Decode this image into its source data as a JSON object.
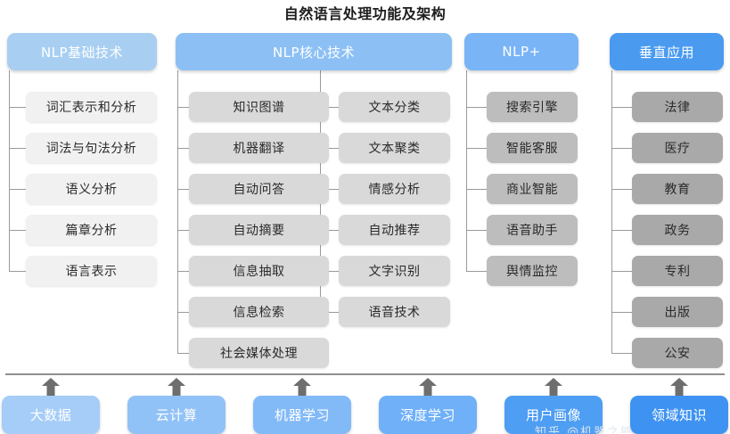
{
  "title": "自然语言处理功能及架构",
  "colors": {
    "head_basic": "#a8cff2",
    "head_core": "#8cc0f5",
    "head_plus": "#79b4f7",
    "head_vertical": "#4a9bf0",
    "node_tone1": "#f1f1f1",
    "node_tone2": "#d9d9d9",
    "node_tone3": "#bdbdbd",
    "node_tone4": "#a9a9a9",
    "connector": "#9a9a9a",
    "arrow": "#6e6e6e",
    "divider": "#8f8f8f"
  },
  "categories": [
    {
      "key": "basic",
      "label": "NLP基础技术",
      "columns": [
        {
          "items": [
            "词汇表示和分析",
            "词法与句法分析",
            "语义分析",
            "篇章分析",
            "语言表示"
          ]
        }
      ]
    },
    {
      "key": "core",
      "label": "NLP核心技术",
      "columns": [
        {
          "items": [
            "知识图谱",
            "机器翻译",
            "自动问答",
            "自动摘要",
            "信息抽取",
            "信息检索",
            "社会媒体处理"
          ]
        },
        {
          "items": [
            "文本分类",
            "文本聚类",
            "情感分析",
            "自动推荐",
            "文字识别",
            "语音技术"
          ]
        }
      ]
    },
    {
      "key": "plus",
      "label": "NLP+",
      "columns": [
        {
          "items": [
            "搜索引擎",
            "智能客服",
            "商业智能",
            "语音助手",
            "舆情监控"
          ]
        }
      ]
    },
    {
      "key": "vertical",
      "label": "垂直应用",
      "columns": [
        {
          "items": [
            "法律",
            "医疗",
            "教育",
            "政务",
            "专利",
            "出版",
            "公安"
          ]
        }
      ]
    }
  ],
  "foundation": {
    "items": [
      {
        "label": "大数据",
        "color": "#a5cdf7"
      },
      {
        "label": "云计算",
        "color": "#91c2f7"
      },
      {
        "label": "机器学习",
        "color": "#82baf8"
      },
      {
        "label": "深度学习",
        "color": "#6fb0f8"
      },
      {
        "label": "用户画像",
        "color": "#4e9ef4"
      },
      {
        "label": "领域知识",
        "color": "#3e93f2"
      }
    ]
  },
  "watermark": "知乎 @机器之能"
}
